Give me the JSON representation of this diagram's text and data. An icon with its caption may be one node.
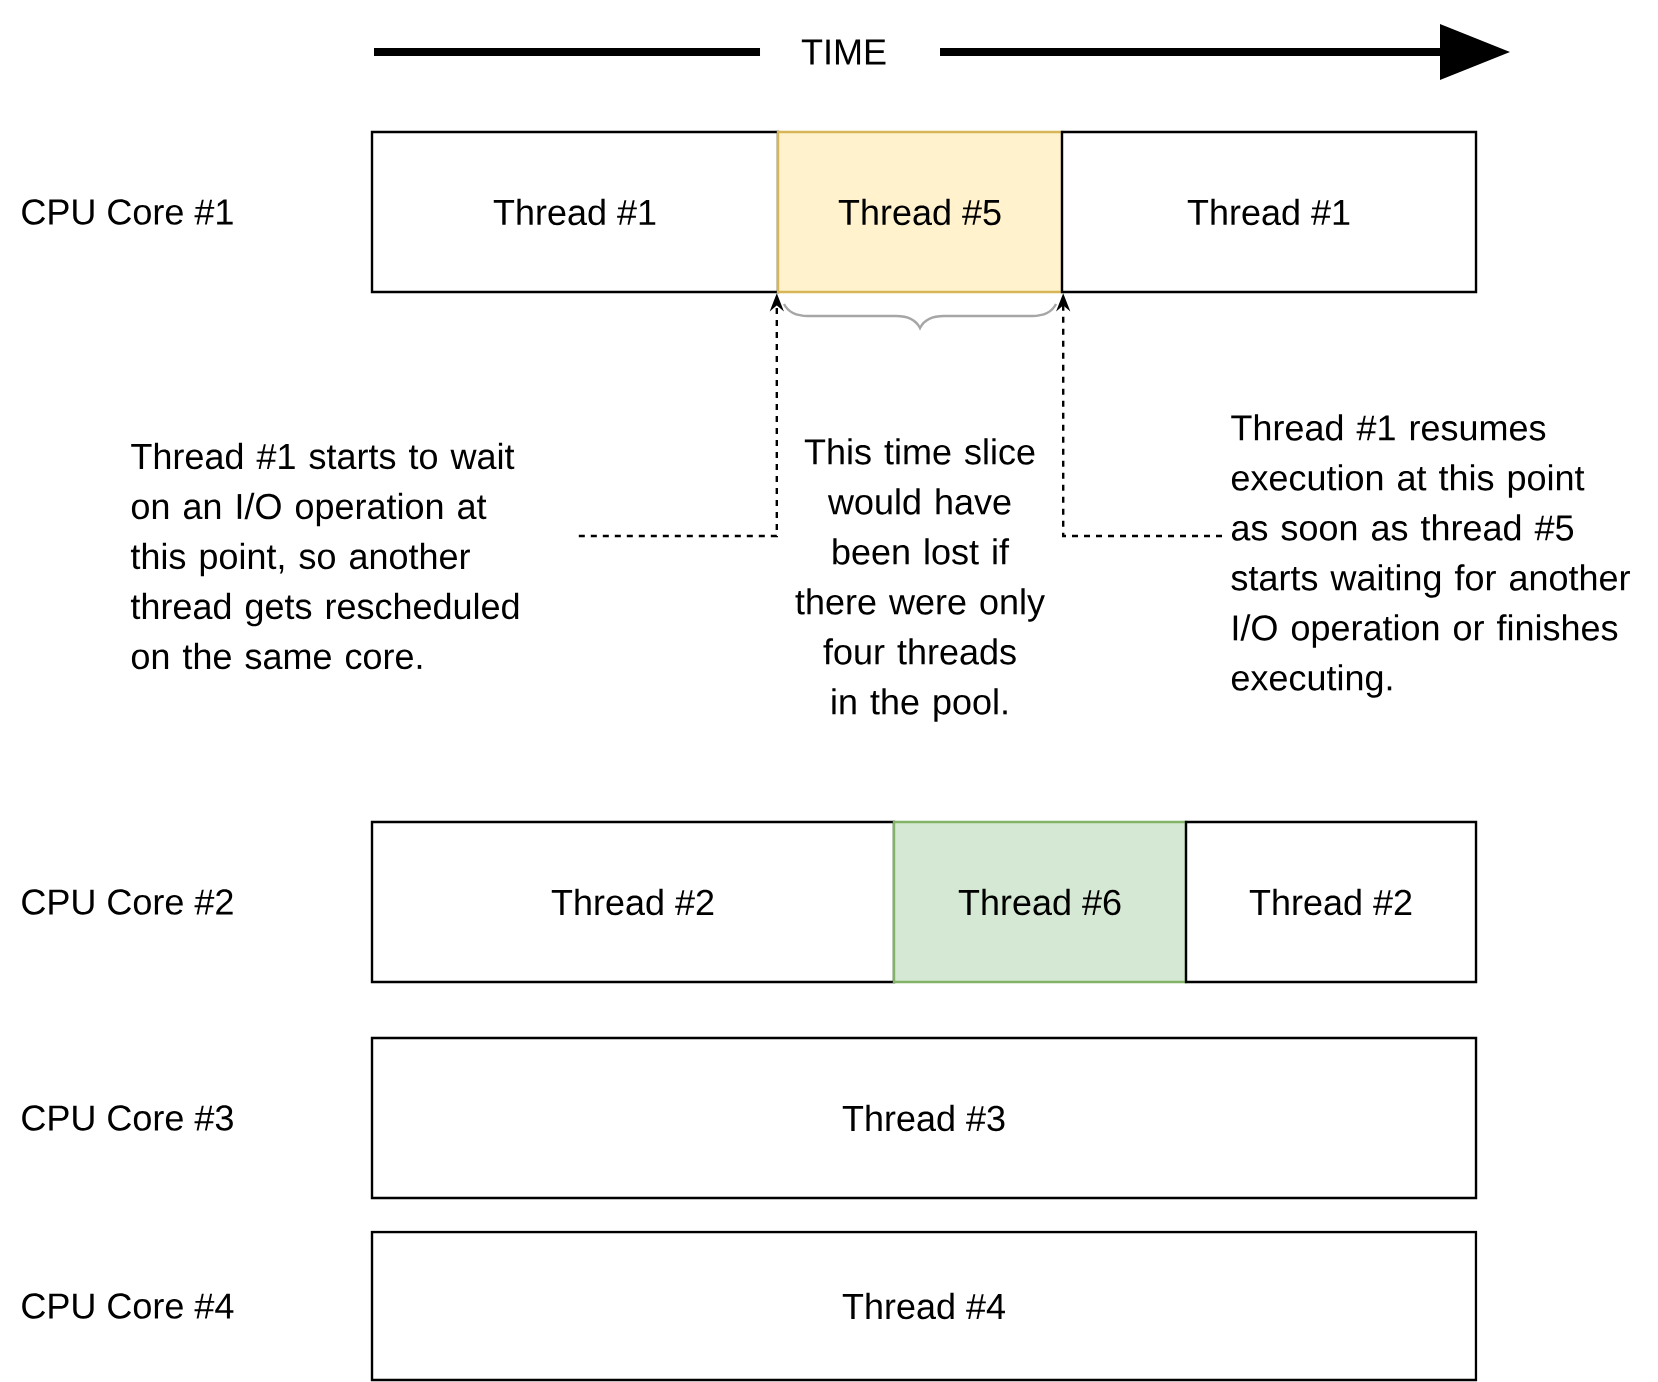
{
  "diagram": {
    "nodes": [
      {
        "text": [
          "Thread #1"
        ]
      },
      {
        "text": [
          "Thread #5"
        ]
      },
      {
        "text": [
          "Thread #1"
        ]
      },
      {
        "text": [
          "Thread #2"
        ]
      },
      {
        "text": [
          "Thread #6"
        ]
      },
      {
        "text": [
          "Thread #2"
        ]
      },
      {
        "text": [
          "Thread #3"
        ]
      },
      {
        "text": [
          "Thread #4"
        ]
      },
      {
        "text": [
          "Thread #1 starts to wait on an I/O operation at this point, so another thread gets rescheduled on the same core."
        ]
      },
      {
        "text": [
          "Thread #1 resumes execution at this point as soon as thread #5 starts waiting for another I/O operation or finishes executing."
        ]
      }
    ],
    "edges": [
      {
        "from": 8,
        "to": 1,
        "arrow": "to",
        "style": "dashed"
      },
      {
        "from": 9,
        "to": 1,
        "arrow": "to",
        "style": "dashed"
      }
    ],
    "labels": [
      "TIME",
      "CPU Core #1",
      "This time slice would have been lost if there were only four threads in the pool.",
      "CPU Core #2",
      "CPU Core #3",
      "CPU Core #4"
    ]
  }
}
